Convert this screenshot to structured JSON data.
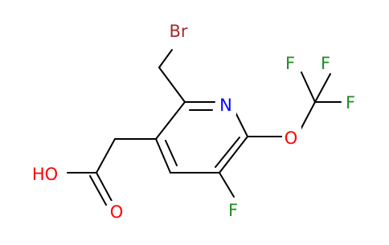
{
  "molecule": {
    "atoms": {
      "bromine": "Br",
      "nitrogen": "N",
      "oxygen_ether": "O",
      "fluorine_cf3_left": "F",
      "fluorine_cf3_top": "F",
      "fluorine_cf3_right": "F",
      "fluorine_ring": "F",
      "hydroxyl": "HO",
      "oxygen_carbonyl": "O"
    },
    "colors": {
      "bond": "#000000",
      "bromine": "#a52a2a",
      "nitrogen": "#0000ff",
      "oxygen": "#ff0000",
      "fluorine": "#228b22"
    }
  }
}
